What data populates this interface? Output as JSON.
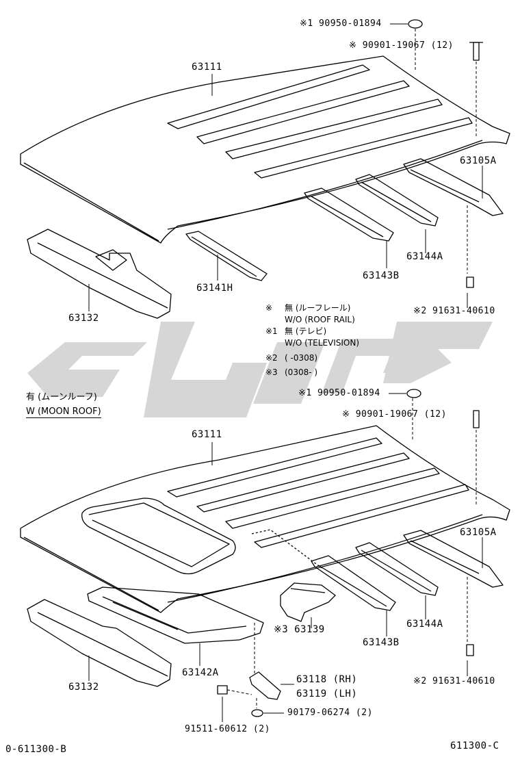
{
  "section_top": {
    "roof_panel": "63111",
    "plug": "※1 90950-01894",
    "bolt_top": "※ 90901-19067 (12)",
    "reinforcement_rear": "63105A",
    "reinforcement_144": "63144A",
    "reinforcement_143": "63143B",
    "reinforcement_141": "63141H",
    "front_header": "63132",
    "bolt_bottom": "※2 91631-40610"
  },
  "legend": {
    "rows": [
      {
        "mark": "※",
        "jp": "無 (ルーフレール)",
        "en": "W/O (ROOF RAIL)"
      },
      {
        "mark": "※1",
        "jp": "無 (テレビ)",
        "en": "W/O (TELEVISION)"
      },
      {
        "mark": "※2",
        "jp": "(        -0308)",
        "en": ""
      },
      {
        "mark": "※3",
        "jp": "(0308-        )",
        "en": ""
      }
    ]
  },
  "variant": {
    "jp": "有 (ムーンルーフ)",
    "en": "W (MOON ROOF)"
  },
  "section_bottom": {
    "roof_panel": "63111",
    "plug": "※1 90950-01894",
    "bolt_top": "※ 90901-19067 (12)",
    "reinforcement_rear": "63105A",
    "reinforcement_144": "63144A",
    "reinforcement_143": "63143B",
    "bracket_139": "※3 63139",
    "housing": "63142A",
    "front_header": "63132",
    "bracket_rh": "63118 (RH)",
    "bracket_lh": "63119 (LH)",
    "bolt_bottom": "※2 91631-40610",
    "clip": "90179-06274 (2)",
    "screw": "91511-60612 (2)"
  },
  "footer": {
    "left_code": "0-611300-B",
    "right_code": "611300-C"
  },
  "watermark_color": "#d4d4d4"
}
